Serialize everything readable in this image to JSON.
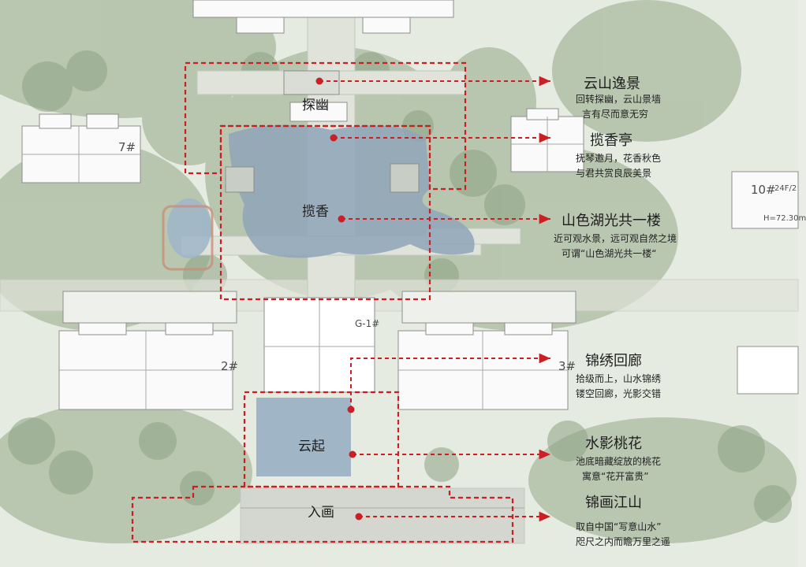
{
  "zones": {
    "tanyou": "探幽",
    "lanxiang": "揽香",
    "yunqi": "云起",
    "ruhua": "入画"
  },
  "callouts": [
    {
      "title": "云山逸景",
      "lines": [
        "回转探幽，云山景墙",
        "言有尽而意无穷"
      ]
    },
    {
      "title": "揽香亭",
      "lines": [
        "抚琴邀月，花香秋色",
        "与君共赏良辰美景"
      ]
    },
    {
      "title": "山色湖光共一楼",
      "lines": [
        "近可观水景，远可观自然之境",
        "可谓“山色湖光共一楼“"
      ]
    },
    {
      "title": "锦绣回廊",
      "lines": [
        "拾级而上，山水锦绣",
        "镂空回廊，光影交错"
      ]
    },
    {
      "title": "水影桃花",
      "lines": [
        "池底暗藏绽放的桃花",
        "寓意“花开富贵”"
      ]
    },
    {
      "title": "锦画江山",
      "lines": [
        "取自中国“写意山水”",
        "咫尺之内而瞻万里之遥"
      ]
    }
  ],
  "buildings": {
    "b7": "7#",
    "b10": "10#",
    "b10_floors": "24F/2",
    "b10_height": "H=72.30m",
    "b2": "2#",
    "b3": "3#",
    "g1": "G-1#"
  },
  "colors": {
    "accent": "#cc1f24",
    "water": "#8ea4b8",
    "green": "#9aae8e"
  }
}
